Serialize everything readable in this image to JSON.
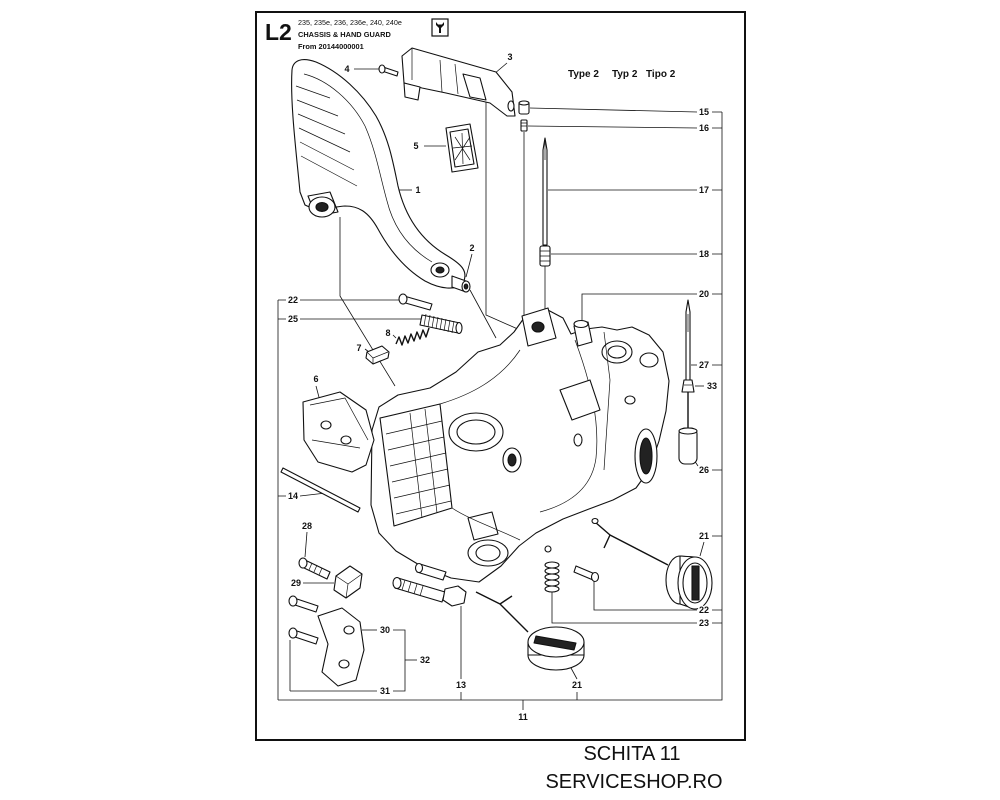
{
  "header": {
    "code": "L2",
    "models": "235, 235e, 236, 236e, 240, 240e",
    "title": "CHASSIS & HAND GUARD",
    "from": "From 20144000001",
    "tool_icon": "wrench-icon"
  },
  "types": [
    "Type 2",
    "Typ 2",
    "Tipo 2"
  ],
  "callouts": [
    "4",
    "3",
    "15",
    "16",
    "5",
    "17",
    "1",
    "2",
    "18",
    "20",
    "22",
    "25",
    "8",
    "7",
    "27",
    "6",
    "33",
    "26",
    "14",
    "21",
    "28",
    "29",
    "22",
    "23",
    "30",
    "32",
    "13",
    "21",
    "31",
    "11"
  ],
  "footer": {
    "sheet": "SCHITA 11",
    "site": "SERVICESHOP.RO"
  }
}
